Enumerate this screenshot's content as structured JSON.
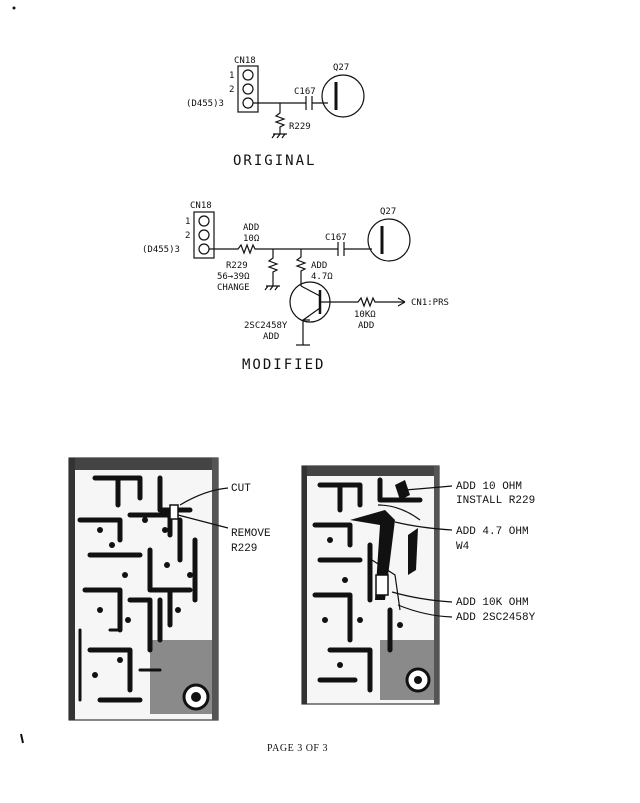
{
  "original": {
    "connector": "CN18",
    "pins": [
      "1",
      "2",
      "(D455)3"
    ],
    "capacitor": "C167",
    "transistor": "Q27",
    "resistor": "R229",
    "caption": "ORIGINAL"
  },
  "modified": {
    "connector": "CN18",
    "pins": [
      "1",
      "2",
      "(D455)3"
    ],
    "add_series_resistor": [
      "ADD",
      "10Ω"
    ],
    "capacitor": "C167",
    "transistor": "Q27",
    "r229_change": [
      "R229",
      "56→39Ω",
      "CHANGE"
    ],
    "add_shunt_resistor": [
      "ADD",
      "4.7Ω"
    ],
    "new_transistor": [
      "2SC2458Y",
      "ADD"
    ],
    "base_resistor": [
      "10KΩ",
      "ADD"
    ],
    "output_label": "CN1:PRS",
    "caption": "MODIFIED"
  },
  "left_board_notes": [
    "CUT",
    "REMOVE",
    "R229"
  ],
  "right_board_notes": [
    "ADD 10 OHM",
    "INSTALL R229",
    "ADD 4.7 OHM",
    "W4",
    "ADD 10K OHM",
    "ADD 2SC2458Y"
  ],
  "footer": "PAGE 3 OF 3"
}
